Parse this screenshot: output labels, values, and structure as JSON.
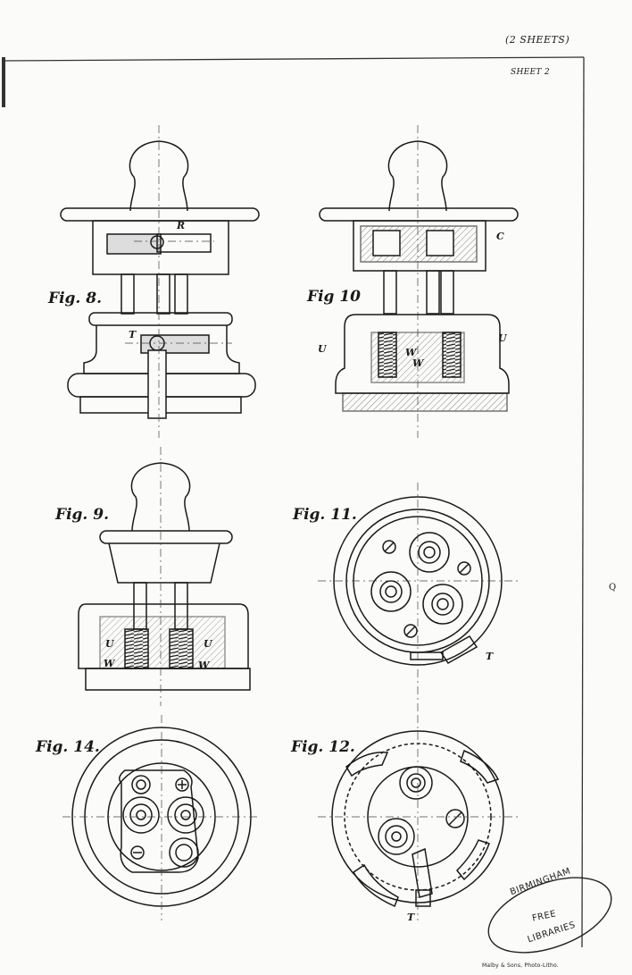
{
  "header": {
    "sheets": "(2 SHEETS)",
    "sheet_no": "SHEET 2"
  },
  "figures": {
    "fig8": "Fig. 8.",
    "fig9": "Fig. 9.",
    "fig10": "Fig 10",
    "fig11": "Fig. 11.",
    "fig12": "Fig. 12.",
    "fig14": "Fig. 14."
  },
  "letters": {
    "R": "R",
    "T": "T",
    "C": "C",
    "U": "U",
    "W": "W"
  },
  "stamp": {
    "line1": "BIRMINGHAM",
    "line2": "FREE",
    "line3": "LIBRARIES"
  },
  "credit": "Malby & Sons, Photo-Litho.",
  "side_mark": "Q"
}
